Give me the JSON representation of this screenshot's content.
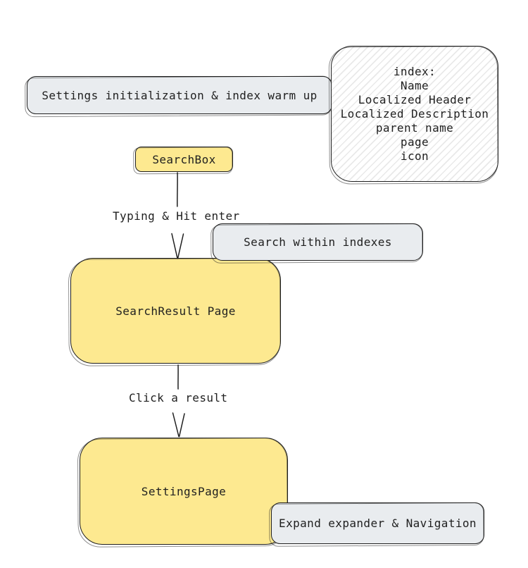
{
  "diagram": {
    "warmup_label": "Settings initialization & index warm up",
    "index_note": {
      "lines": [
        "index:",
        "Name",
        "Localized Header",
        "Localized Description",
        "parent name",
        "page",
        "icon"
      ]
    },
    "searchbox_label": "SearchBox",
    "arrow1_label": "Typing & Hit enter",
    "search_within_label": "Search within indexes",
    "searchresult_label": "SearchResult Page",
    "arrow2_label": "Click a result",
    "settingspage_label": "SettingsPage",
    "expand_label": "Expand expander & Navigation",
    "colors": {
      "node_yellow": "#fde990",
      "note_gray": "#e9ecef",
      "stroke": "#1f1f1f",
      "hatch_line": "#e3e3e3",
      "background": "#ffffff"
    }
  }
}
